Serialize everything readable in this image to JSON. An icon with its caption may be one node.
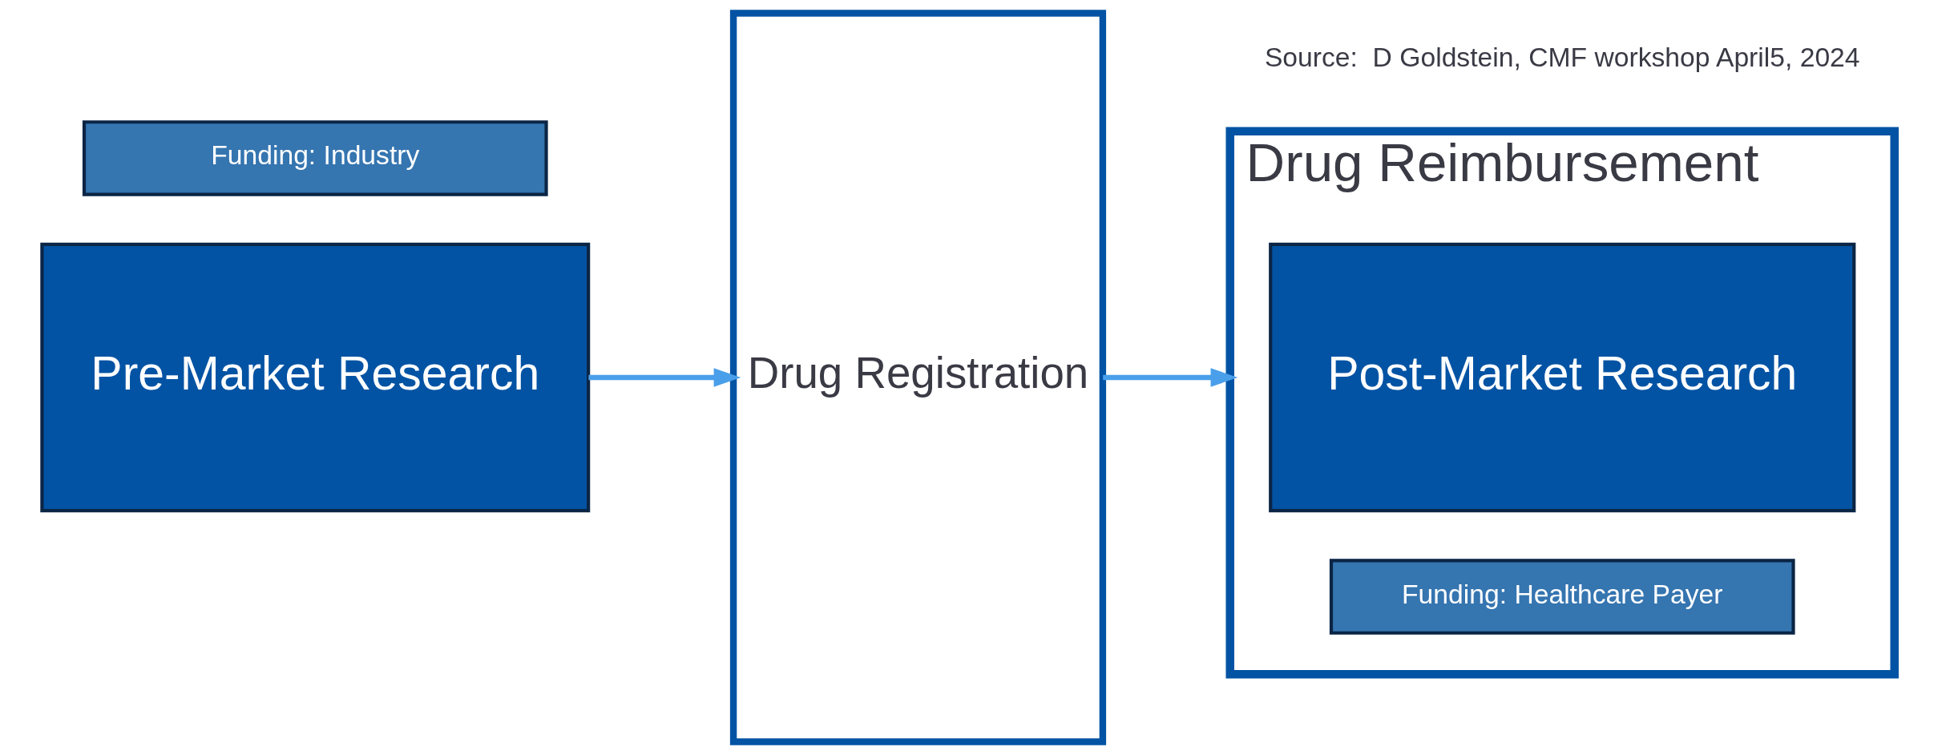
{
  "diagram": {
    "nodes": [
      {
        "text": [
          "Pre-Market Research"
        ]
      },
      {
        "text": [
          "Funding: Industry"
        ]
      },
      {
        "text": [
          "Drug Registration"
        ]
      },
      {
        "text": [
          "Drug Reimbursement"
        ]
      },
      {
        "text": [
          "Post-Market Research"
        ],
        "in": 3
      },
      {
        "text": [
          "Funding: Healthcare Payer"
        ],
        "in": 3
      }
    ],
    "edges": [
      {
        "from": 0,
        "to": 2,
        "arrow": "to"
      },
      {
        "from": 2,
        "to": 3,
        "arrow": "to"
      }
    ],
    "labels": [
      "Source:  D Goldstein, CMF workshop April5, 2024"
    ]
  }
}
